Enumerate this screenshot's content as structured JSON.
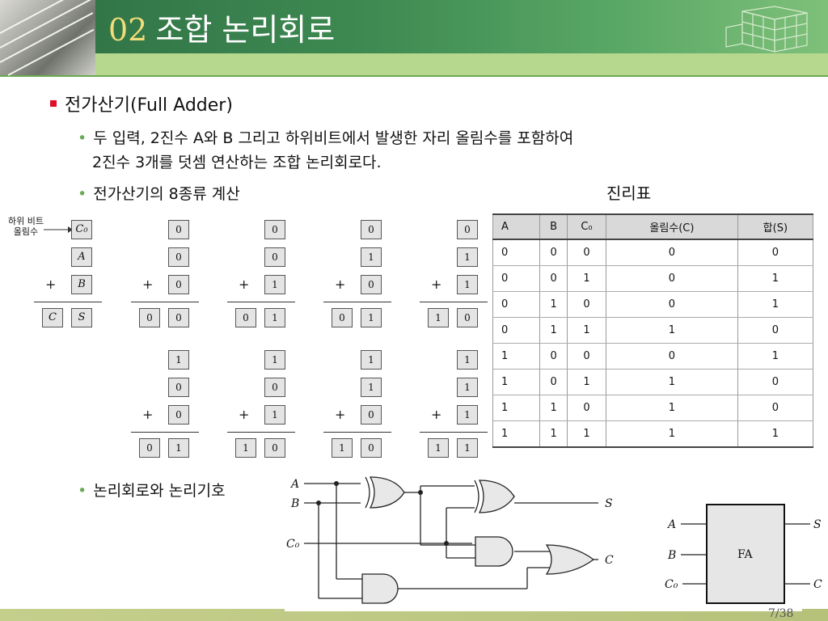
{
  "header": {
    "number": "02",
    "title": "조합 논리회로"
  },
  "bullets": {
    "main": "전가산기(Full Adder)",
    "desc_line1": "두 입력, 2진수 A와 B 그리고 하위비트에서 발생한 자리 올림수를 포함하여",
    "desc_line2": "2진수 3개를 덧셈 연산하는 조합 논리회로다.",
    "calc": "전가산기의 8종류 계산",
    "circuit": "논리회로와 논리기호"
  },
  "truth_table_title": "진리표",
  "carry_label": {
    "line1": "하위 비트",
    "line2": "올림수"
  },
  "diagram_symbols": {
    "c0": "C₀",
    "a": "A",
    "b": "B",
    "c": "C",
    "s": "S",
    "plus": "+"
  },
  "examples": [
    {
      "c0": "0",
      "a": "0",
      "b": "0",
      "c": "0",
      "s": "0"
    },
    {
      "c0": "0",
      "a": "0",
      "b": "1",
      "c": "0",
      "s": "1"
    },
    {
      "c0": "0",
      "a": "1",
      "b": "0",
      "c": "0",
      "s": "1"
    },
    {
      "c0": "0",
      "a": "1",
      "b": "1",
      "c": "1",
      "s": "0"
    },
    {
      "c0": "1",
      "a": "0",
      "b": "0",
      "c": "0",
      "s": "1"
    },
    {
      "c0": "1",
      "a": "0",
      "b": "1",
      "c": "1",
      "s": "0"
    },
    {
      "c0": "1",
      "a": "1",
      "b": "0",
      "c": "1",
      "s": "0"
    },
    {
      "c0": "1",
      "a": "1",
      "b": "1",
      "c": "1",
      "s": "1"
    }
  ],
  "truth_table": {
    "headers": [
      "A",
      "B",
      "C₀",
      "올림수(C)",
      "합(S)"
    ],
    "rows": [
      [
        "0",
        "0",
        "0",
        "0",
        "0"
      ],
      [
        "0",
        "0",
        "1",
        "0",
        "1"
      ],
      [
        "0",
        "1",
        "0",
        "0",
        "1"
      ],
      [
        "0",
        "1",
        "1",
        "1",
        "0"
      ],
      [
        "1",
        "0",
        "0",
        "0",
        "1"
      ],
      [
        "1",
        "0",
        "1",
        "1",
        "0"
      ],
      [
        "1",
        "1",
        "0",
        "1",
        "0"
      ],
      [
        "1",
        "1",
        "1",
        "1",
        "1"
      ]
    ]
  },
  "circuit": {
    "a": "A",
    "b": "B",
    "c0": "C₀",
    "s": "S",
    "c": "C"
  },
  "fa_symbol": {
    "label": "FA",
    "a": "A",
    "b": "B",
    "c0": "C₀",
    "s": "S",
    "c": "C"
  },
  "page_number": "7/38"
}
